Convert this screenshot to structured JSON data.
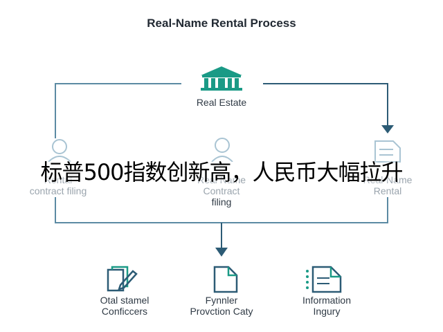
{
  "title": "Real-Name Rental Process",
  "colors": {
    "teal": "#1a9a86",
    "navy": "#2c5b75",
    "line": "#5b8aa3",
    "faded": "#a9c4d3"
  },
  "top_node": {
    "label": "Real Estate",
    "icon": "bank-building-icon"
  },
  "middle_nodes": [
    {
      "label_lines": [
        "Rental",
        "contract filing"
      ],
      "icon": "person-icon"
    },
    {
      "label_lines": [
        "Real Name",
        "Contract",
        "filing"
      ],
      "icon": "person-icon"
    },
    {
      "label_lines": [
        "Real-Name",
        "Rental"
      ],
      "icon": "document-icon"
    }
  ],
  "bottom_nodes": [
    {
      "label_lines": [
        "Otal stamel",
        "Conficcers"
      ],
      "icon": "edit-document-icon"
    },
    {
      "label_lines": [
        "Fynnler",
        "Provction Caty"
      ],
      "icon": "document-icon"
    },
    {
      "label_lines": [
        "Information",
        "Ingury"
      ],
      "icon": "list-document-icon"
    }
  ],
  "overlay_text": "标普500指数创新高，人民币大幅拉升"
}
